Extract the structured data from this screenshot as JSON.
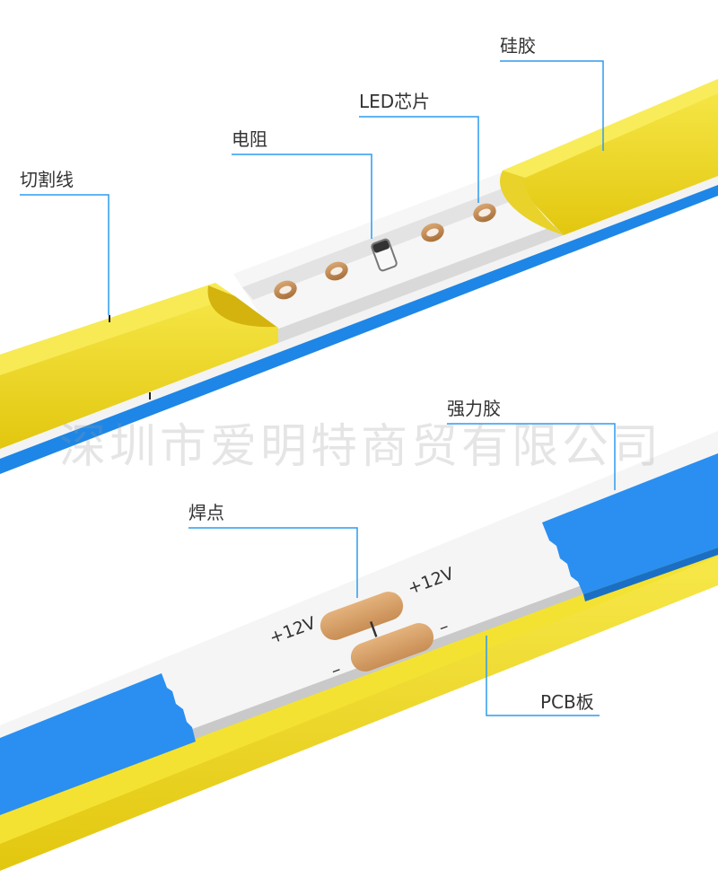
{
  "labels": {
    "cut_line": "切割线",
    "resistor": "电阻",
    "led_chip": "LED芯片",
    "silicone": "硅胶",
    "adhesive": "强力胶",
    "solder_pad": "焊点",
    "pcb": "PCB板"
  },
  "pad_marks": {
    "left_plus": "+12V",
    "right_plus": "+12V",
    "minus": "–",
    "divider": "|"
  },
  "watermark": "深圳市爱明特商贸有限公司",
  "colors": {
    "silicone_yellow": "#f2dc2a",
    "silicone_dark": "#d8bc10",
    "pcb_white": "#f4f4f4",
    "pcb_blue": "#1e86e6",
    "tape_blue": "#2a8ff0",
    "pad_copper": "#d9a46b",
    "callout_line": "#2d9bef"
  }
}
